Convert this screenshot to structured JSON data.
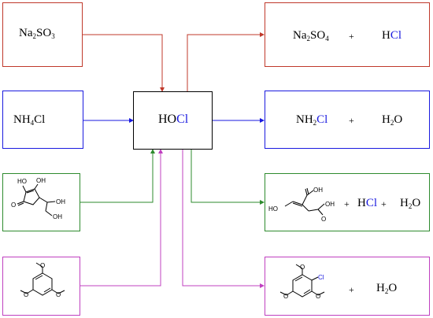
{
  "colors": {
    "red": "#c0392b",
    "blue": "#1a1adf",
    "green": "#2e8b2e",
    "magenta": "#c040c0",
    "cl_blue": "#1a1adf",
    "box": "#000000"
  },
  "center": {
    "a": "HO",
    "b": "Cl"
  },
  "reactants": {
    "sulfite": {
      "p1": "Na",
      "s1": "2",
      "p2": "SO",
      "s2": "3"
    },
    "ammonium": {
      "p1": "NH",
      "s1": "4",
      "p2": "Cl"
    },
    "ascorbic": {
      "ho": "HO",
      "oh1": "OH",
      "oh2": "OH",
      "oh3": "OH",
      "o": "O"
    },
    "tmb": {
      "o1": "O",
      "o2": "O",
      "o3": "O"
    }
  },
  "products": {
    "row1": {
      "p1": "Na",
      "s1": "2",
      "p2": "SO",
      "s2": "4",
      "plus": "+",
      "h": "H",
      "cl": "Cl"
    },
    "row2": {
      "p1": "NH",
      "s1": "2",
      "cl": "Cl",
      "plus": "+",
      "h2o_h": "H",
      "h2o_s": "2",
      "h2o_o": "O"
    },
    "row3": {
      "ho": "HO",
      "oh_top": "OH",
      "oh_right": "OH",
      "oh_r": "O",
      "plus1": "+",
      "h": "H",
      "cl": "Cl",
      "plus2": "+",
      "h2o_h": "H",
      "h2o_s": "2",
      "h2o_o": "O"
    },
    "row4": {
      "cl": "Cl",
      "o1": "O",
      "o2": "O",
      "o3": "O",
      "plus": "+",
      "h2o_h": "H",
      "h2o_s": "2",
      "h2o_o": "O"
    }
  }
}
